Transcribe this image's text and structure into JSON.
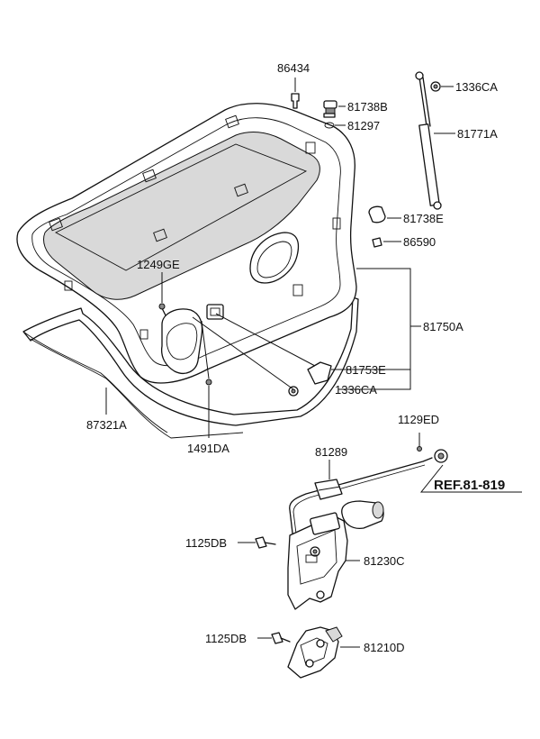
{
  "labels": {
    "p86434": "86434",
    "p81738B": "81738B",
    "p81297": "81297",
    "p1336CA_top": "1336CA",
    "p81771A": "81771A",
    "p81738E": "81738E",
    "p86590": "86590",
    "p1249GE": "1249GE",
    "p81750A": "81750A",
    "p81753E": "81753E",
    "p1336CA_mid": "1336CA",
    "p87321A": "87321A",
    "p1491DA": "1491DA",
    "p1129ED": "1129ED",
    "p81289": "81289",
    "ref": "REF.81-819",
    "p1125DB_a": "1125DB",
    "p81230C": "81230C",
    "p1125DB_b": "1125DB",
    "p81210D": "81210D"
  },
  "icons": [
    "trunk-lid-panel",
    "weatherstrip",
    "gas-lift-strut",
    "lock-actuator",
    "latch-assembly",
    "striker",
    "bolt",
    "clip"
  ]
}
